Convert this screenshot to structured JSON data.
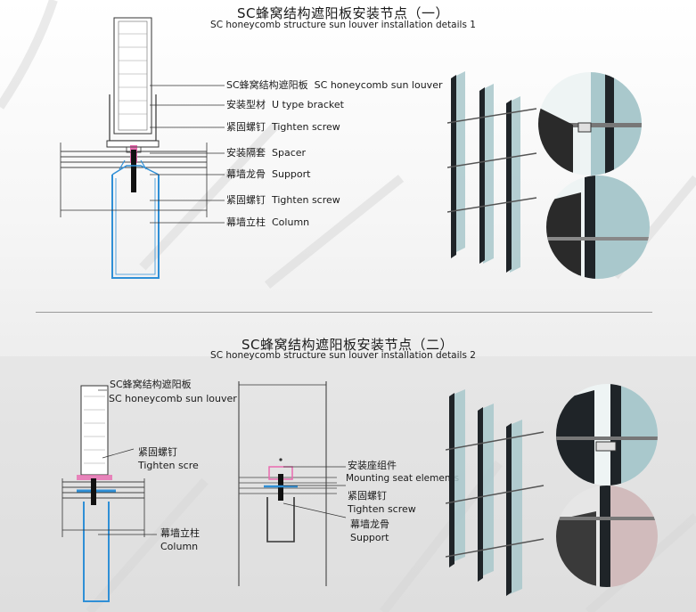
{
  "section1": {
    "title_cn": "SC蜂窝结构遮阳板安装节点（一）",
    "title_en": "SC honeycomb structure sun louver installation details 1",
    "labels": [
      {
        "cn": "SC蜂窝结构遮阳板",
        "en": "SC honeycomb sun louver"
      },
      {
        "cn": "安装型材",
        "en": "U type bracket"
      },
      {
        "cn": "紧固螺钉",
        "en": "Tighten screw"
      },
      {
        "cn": "安装隔套",
        "en": "Spacer"
      },
      {
        "cn": "幕墙龙骨",
        "en": "Support"
      },
      {
        "cn": "紧固螺钉",
        "en": "Tighten screw"
      },
      {
        "cn": "幕墙立柱",
        "en": "Column"
      }
    ]
  },
  "section2": {
    "title_cn": "SC蜂窝结构遮阳板安装节点（二）",
    "title_en": "SC honeycomb structure sun louver installation details 2",
    "left_labels": [
      {
        "cn": "SC蜂窝结构遮阳板",
        "en": "SC honeycomb sun louver"
      },
      {
        "cn": "紧固螺钉",
        "en": "Tighten scre"
      },
      {
        "cn": "幕墙立柱",
        "en": "Column"
      }
    ],
    "mid_labels": [
      {
        "cn": "安装座组件",
        "en": "Mounting seat elements"
      },
      {
        "cn": "紧固螺钉",
        "en": "Tighten screw"
      },
      {
        "cn": "幕墙龙骨",
        "en": "Support"
      }
    ]
  },
  "colors": {
    "column_blue": "#2f8fd6",
    "pink": "#e96bb0",
    "glass": "#a9c8cc",
    "frame_dark": "#1f2428"
  }
}
